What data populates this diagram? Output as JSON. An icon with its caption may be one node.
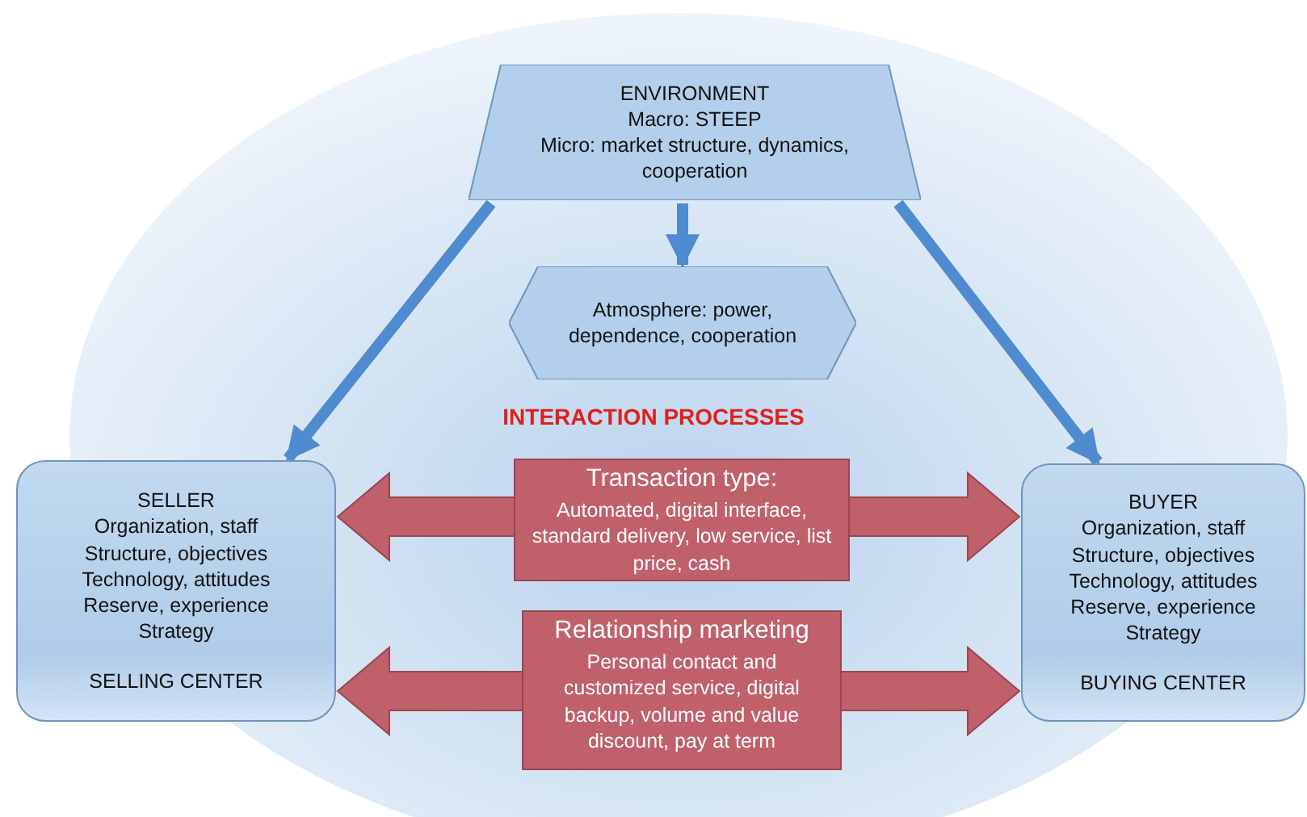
{
  "diagram": {
    "nodes": [
      {
        "text": [
          "ENVIRONMENT",
          "Macro: STEEP",
          "Micro: market structure, dynamics, cooperation"
        ]
      },
      {
        "text": [
          "Atmosphere: power, dependence, cooperation"
        ]
      },
      {
        "text": [
          "SELLER",
          "Organization, staff",
          "Structure, objectives",
          "Technology, attitudes",
          "Reserve, experience",
          "Strategy",
          "SELLING CENTER"
        ]
      },
      {
        "text": [
          "Transaction type:",
          "Automated, digital interface, standard delivery, low service, list price, cash"
        ]
      },
      {
        "text": [
          "Relationship marketing",
          "Personal contact and customized service, digital backup, volume and value discount, pay at term"
        ]
      },
      {
        "text": [
          "BUYER",
          "Organization, staff",
          "Structure, objectives",
          "Technology, attitudes",
          "Reserve, experience",
          "Strategy",
          "BUYING CENTER"
        ]
      }
    ],
    "edges": [
      {
        "from": 0,
        "to": 1,
        "arrow": "to"
      },
      {
        "from": 0,
        "to": 2,
        "arrow": "to"
      },
      {
        "from": 0,
        "to": 5,
        "arrow": "to"
      },
      {
        "from": 2,
        "to": 5,
        "arrow": "both",
        "style": "thick",
        "color": "#c0606a"
      },
      {
        "from": 2,
        "to": 5,
        "arrow": "both",
        "style": "thick",
        "color": "#c0606a"
      }
    ],
    "labels": [
      "INTERACTION PROCESSES"
    ]
  }
}
